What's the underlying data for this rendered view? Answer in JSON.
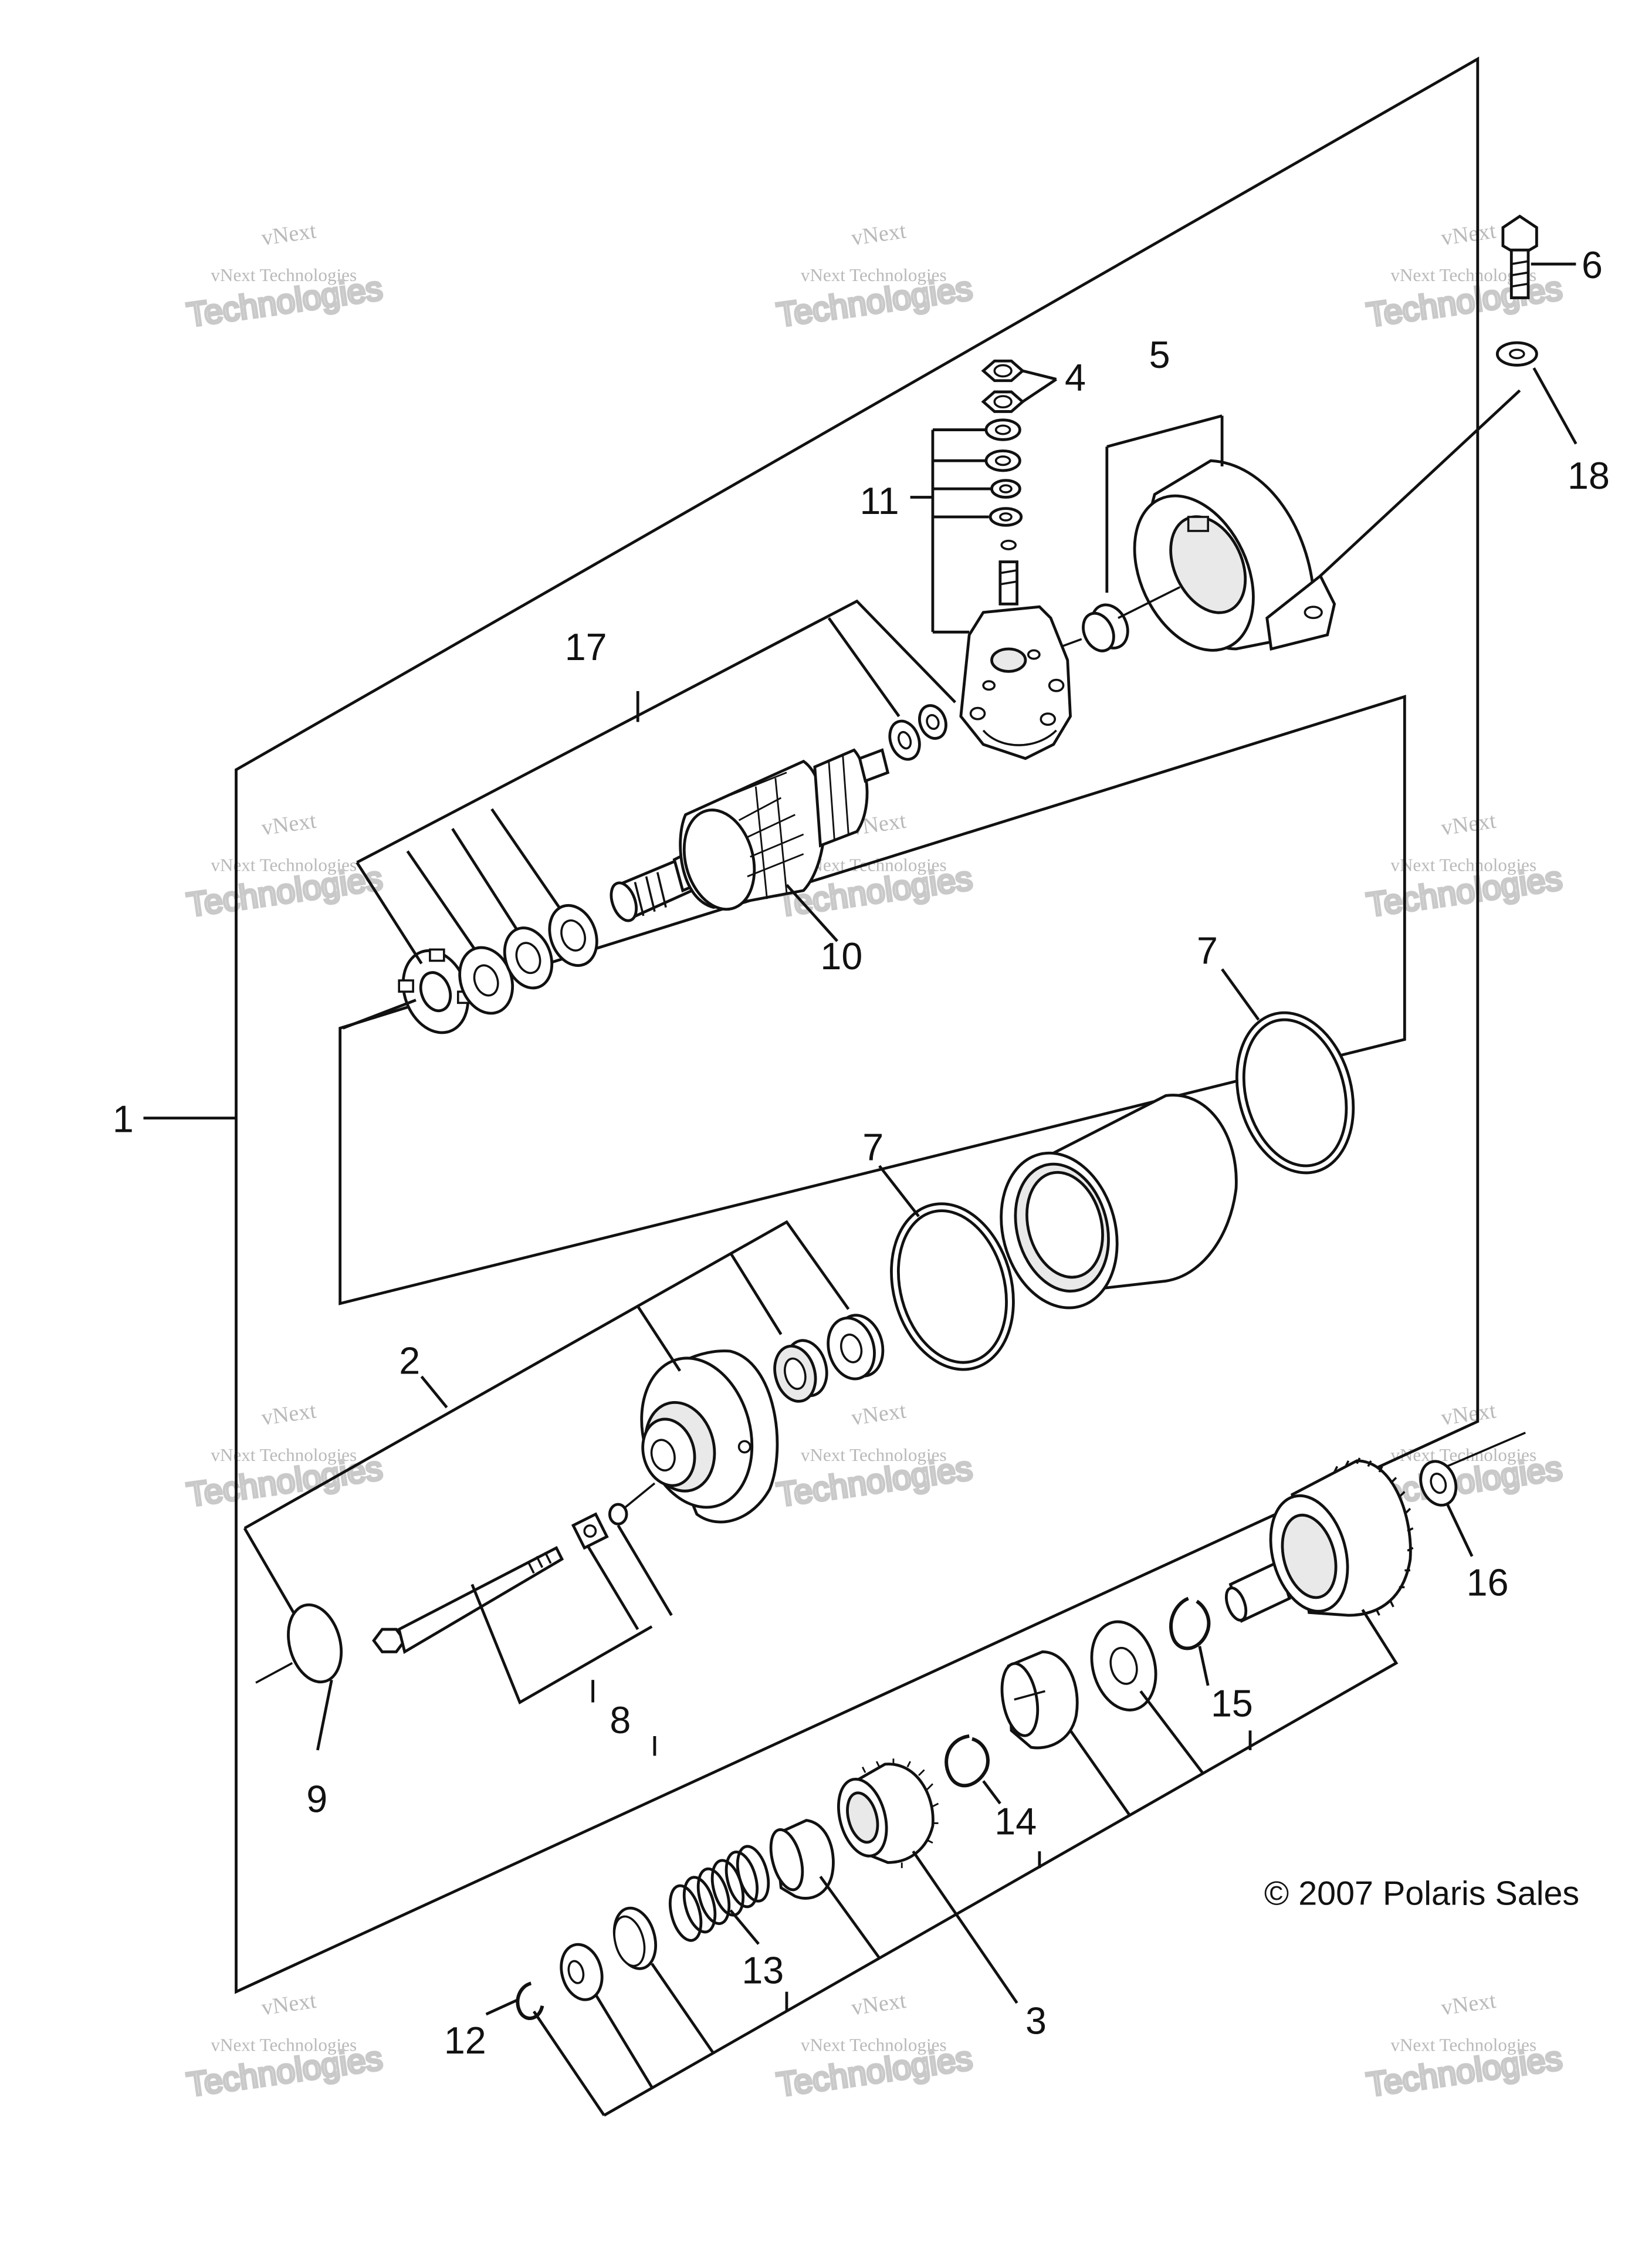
{
  "watermark": {
    "line1": "vNext",
    "line2": "vNext Technologies",
    "line3": "Technologies"
  },
  "copyright": "© 2007 Polaris Sales",
  "callouts": {
    "c1": "1",
    "c2": "2",
    "c3": "3",
    "c4": "4",
    "c5": "5",
    "c6": "6",
    "c7a": "7",
    "c7b": "7",
    "c8": "8",
    "c9": "9",
    "c10": "10",
    "c11": "11",
    "c12": "12",
    "c13": "13",
    "c14": "14",
    "c15": "15",
    "c16": "16",
    "c17": "17",
    "c18": "18"
  }
}
